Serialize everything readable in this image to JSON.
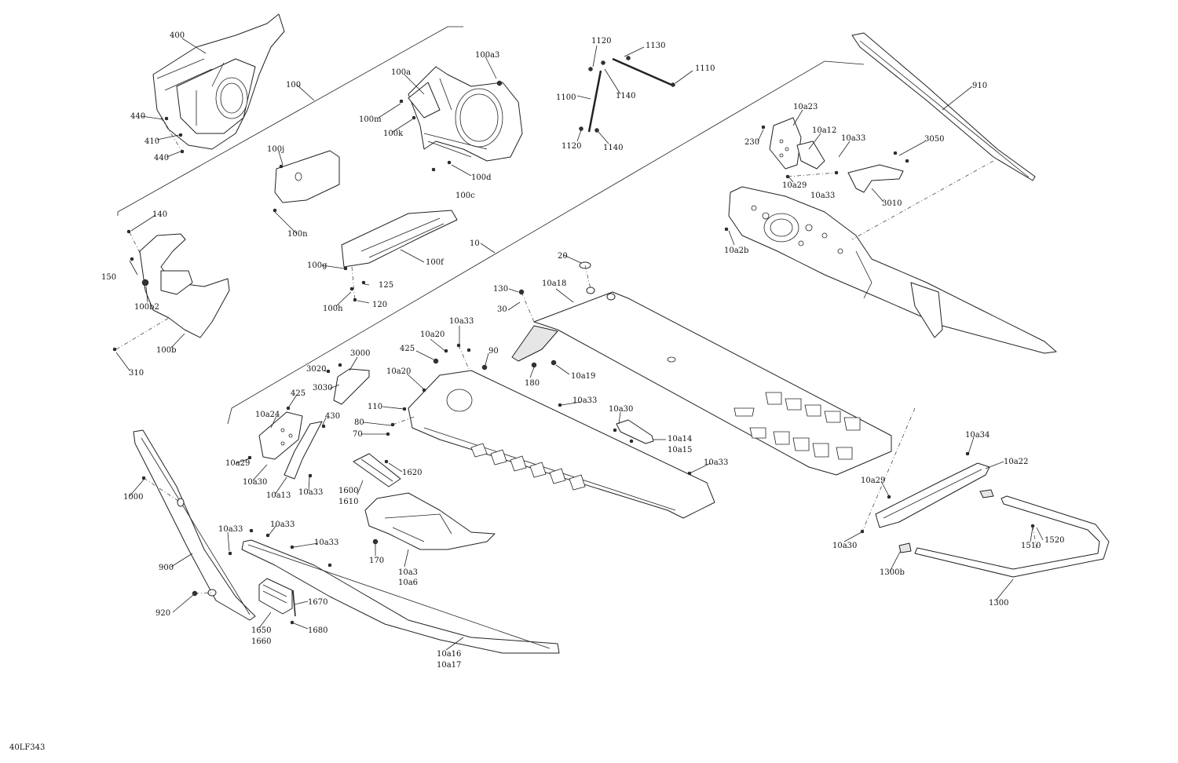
{
  "diagram_code": "40LF343",
  "labels": [
    "400",
    "100",
    "440",
    "410",
    "440",
    "100a3",
    "100a",
    "100m",
    "100k",
    "100d",
    "100c",
    "100j",
    "100n",
    "1120",
    "1130",
    "1110",
    "1100",
    "1140",
    "1120",
    "1140",
    "910",
    "10a23",
    "10a12",
    "10a33",
    "3050",
    "230",
    "10a29",
    "10a33",
    "3010",
    "10a2b",
    "140",
    "150",
    "100b2",
    "100b",
    "310",
    "100f",
    "100g",
    "125",
    "100h",
    "120",
    "10",
    "20",
    "130",
    "10a18",
    "30",
    "180",
    "10a19",
    "425",
    "10a20",
    "10a33",
    "90",
    "3000",
    "3020",
    "3030",
    "10a20",
    "110",
    "80",
    "70",
    "10a33",
    "10a30",
    "10a14",
    "10a15",
    "425",
    "10a24",
    "430",
    "10a29",
    "10a30",
    "10a13",
    "10a33",
    "1600",
    "1610",
    "1620",
    "10a33",
    "1000",
    "10a33",
    "10a33",
    "10a33",
    "900",
    "170",
    "10a3",
    "10a6",
    "920",
    "1670",
    "1650",
    "1660",
    "1680",
    "10a16",
    "10a17",
    "10a34",
    "10a22",
    "10a29",
    "10a30",
    "1510",
    "1520",
    "1300b",
    "1300"
  ]
}
